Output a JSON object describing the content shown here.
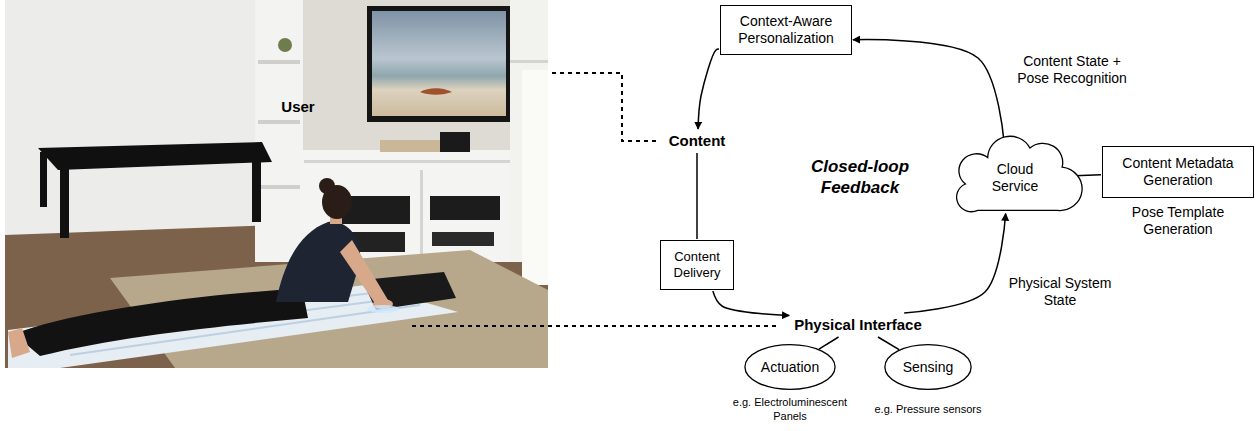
{
  "diagram": {
    "nodes": [
      {
        "text": [
          "Context-Aware Personalization"
        ]
      },
      {
        "text": [
          "Content"
        ]
      },
      {
        "text": [
          "Content Delivery"
        ]
      },
      {
        "text": [
          "Cloud Service"
        ]
      },
      {
        "text": [
          "Content Metadata Generation"
        ]
      },
      {
        "text": [
          "Physical Interface"
        ]
      },
      {
        "text": [
          "Actuation"
        ]
      },
      {
        "text": [
          "Sensing"
        ]
      }
    ],
    "edges": [
      {
        "from": 0,
        "to": 1,
        "arrow": "to"
      },
      {
        "from": 1,
        "to": 2,
        "arrow": "none"
      },
      {
        "from": 2,
        "to": 5,
        "arrow": "to"
      },
      {
        "from": 5,
        "to": 3,
        "arrow": "to",
        "label": "Physical System State"
      },
      {
        "from": 3,
        "to": 0,
        "arrow": "to",
        "label": "Content State + Pose Recognition"
      },
      {
        "from": 4,
        "to": 3,
        "arrow": "to"
      },
      {
        "from": 5,
        "to": 6,
        "arrow": "none"
      },
      {
        "from": 5,
        "to": 7,
        "arrow": "none"
      }
    ],
    "labels": [
      "User",
      "Closed-loop Feedback",
      "Pose Template Generation",
      "e.g. Electroluminescent Panels",
      "e.g. Pressure sensors"
    ]
  }
}
